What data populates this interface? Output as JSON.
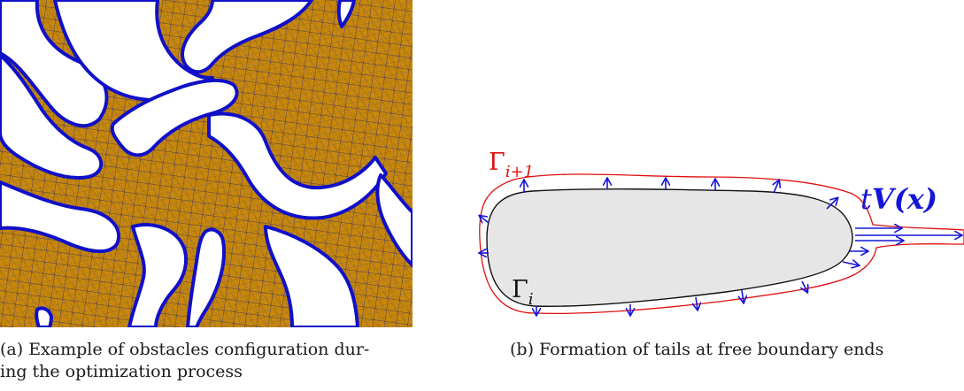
{
  "panel_a": {
    "caption_line1": "(a) Example of obstacles configuration dur-",
    "caption_line2": "ing the optimization process"
  },
  "panel_b": {
    "caption": "(b) Formation of tails at free boundary ends",
    "label_outer_base": "Γ",
    "label_outer_sub": "i+1",
    "label_inner_base": "Γ",
    "label_inner_sub": "i",
    "label_velocity": "tV(x)",
    "label_velocity_t": "t",
    "label_velocity_V": "V",
    "label_velocity_x": "(x)"
  },
  "colors": {
    "mesh_fill": "#c8880c",
    "mesh_lines": "#1f1f9a",
    "obstacle_outline": "#1010c8",
    "free_boundary": "#e01010",
    "shape_fill": "#e6e6e6",
    "arrows": "#1515d8"
  }
}
